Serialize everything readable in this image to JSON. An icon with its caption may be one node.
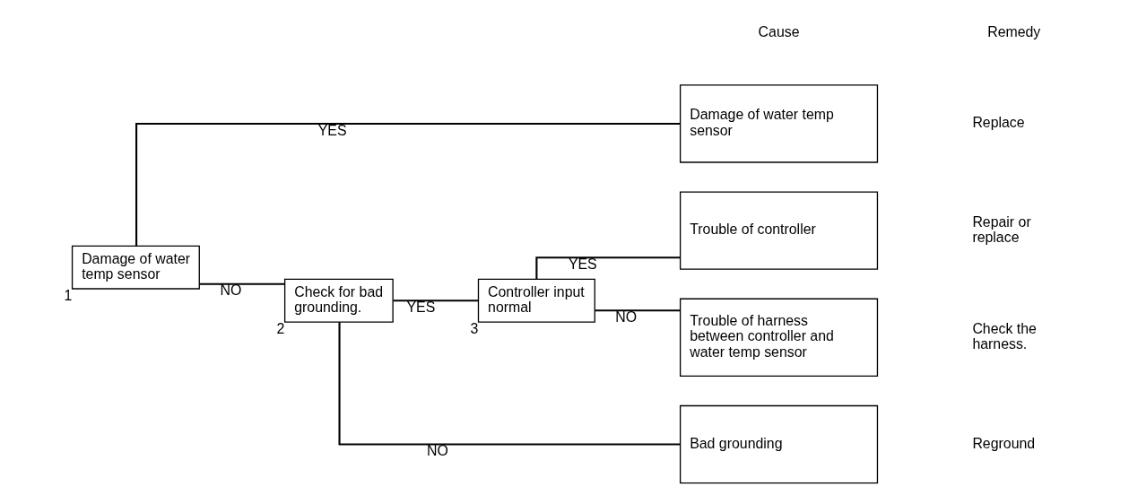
{
  "diagram": {
    "nodes": [
      {
        "text": [
          "Damage of water temp sensor"
        ],
        "beside": [
          "1"
        ]
      },
      {
        "text": [
          "Check for bad grounding."
        ],
        "beside": [
          "2"
        ]
      },
      {
        "text": [
          "Controller input normal"
        ],
        "beside": [
          "3"
        ]
      },
      {
        "text": [
          "Damage of water temp sensor"
        ]
      },
      {
        "text": [
          "Trouble of controller"
        ]
      },
      {
        "text": [
          "Trouble of harness between controller and water temp sensor"
        ]
      },
      {
        "text": [
          "Bad grounding"
        ]
      }
    ],
    "edges": [
      {
        "from": 0,
        "to": 3,
        "arrow": "none",
        "label": "YES"
      },
      {
        "from": 0,
        "to": 1,
        "arrow": "none",
        "label": "NO"
      },
      {
        "from": 1,
        "to": 2,
        "arrow": "none",
        "label": "YES"
      },
      {
        "from": 2,
        "to": 4,
        "arrow": "none",
        "label": "YES"
      },
      {
        "from": 2,
        "to": 5,
        "arrow": "none",
        "label": "NO"
      },
      {
        "from": 1,
        "to": 6,
        "arrow": "none",
        "label": "NO"
      }
    ],
    "labels": [
      "Cause",
      "Remedy",
      "Replace",
      "Repair or replace",
      "Check the harness.",
      "Reground"
    ]
  }
}
